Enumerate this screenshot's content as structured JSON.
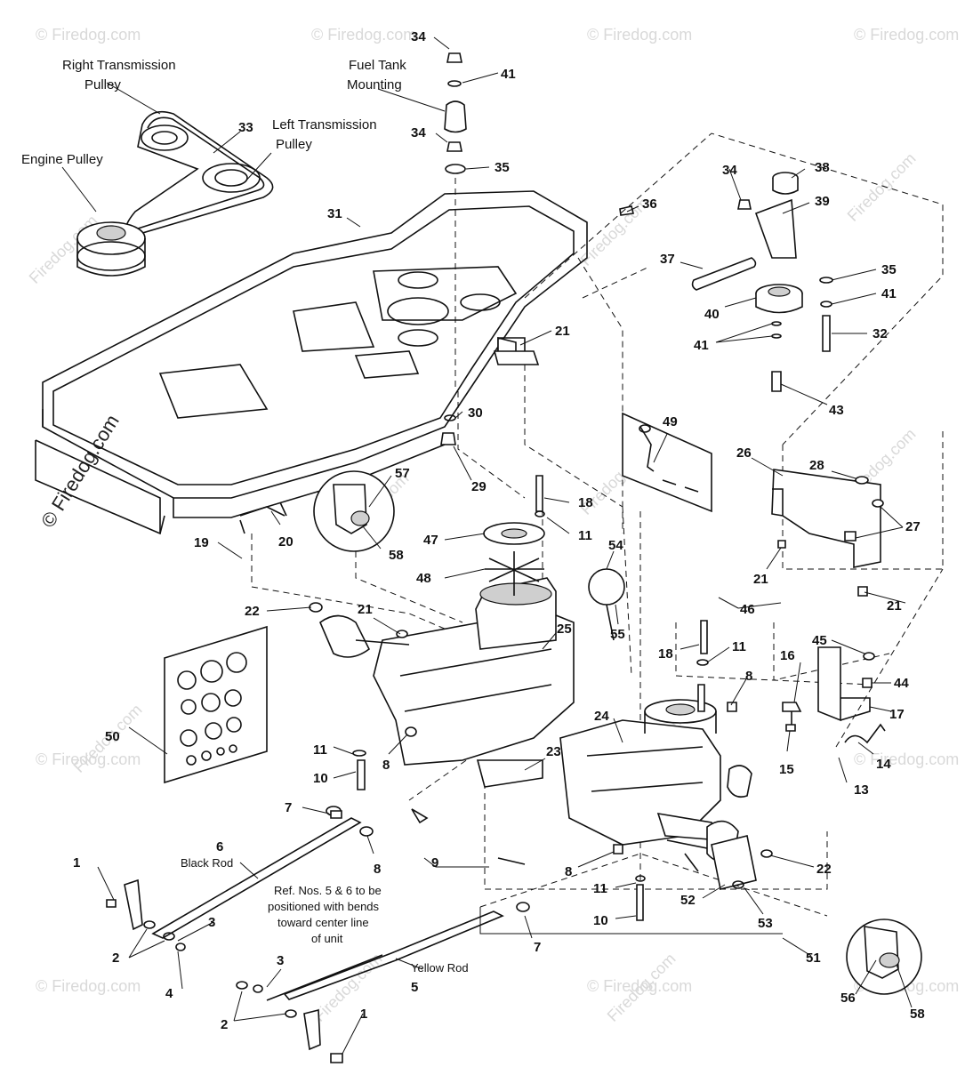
{
  "watermark": {
    "brand": "Firedog.com",
    "corner": "© Firedog.com",
    "faint": "© Firedog.com"
  },
  "labels": {
    "right_transmission_pulley_1": "Right Transmission",
    "right_transmission_pulley_2": "Pulley",
    "left_transmission_pulley_1": "Left Transmission",
    "left_transmission_pulley_2": "Pulley",
    "engine_pulley": "Engine Pulley",
    "fuel_tank_mounting_1": "Fuel Tank",
    "fuel_tank_mounting_2": "Mounting",
    "black_rod": "Black Rod",
    "yellow_rod": "Yellow Rod",
    "note_1": "Ref. Nos. 5 & 6 to be",
    "note_2": "positioned with bends",
    "note_3": "toward center line",
    "note_4": "of unit"
  },
  "callouts": {
    "c34a": "34",
    "c41a": "41",
    "c34b": "34",
    "c35a": "35",
    "c33": "33",
    "c31": "31",
    "c36": "36",
    "c34c": "34",
    "c38": "38",
    "c39": "39",
    "c37": "37",
    "c35b": "35",
    "c41b": "41",
    "c40": "40",
    "c41c": "41",
    "c32": "32",
    "c21a": "21",
    "c43": "43",
    "c30": "30",
    "c29": "29",
    "c49": "49",
    "c26": "26",
    "c28": "28",
    "c27": "27",
    "c57": "57",
    "c58a": "58",
    "c18a": "18",
    "c11a": "11",
    "c47": "47",
    "c54": "54",
    "c48": "48",
    "c55": "55",
    "c20": "20",
    "c19": "19",
    "c21b": "21",
    "c21c": "21",
    "c46": "46",
    "c22a": "22",
    "c21d": "21",
    "c25": "25",
    "c18b": "18",
    "c11b": "11",
    "c45": "45",
    "c16": "16",
    "c44": "44",
    "c8a": "8",
    "c17": "17",
    "c50": "50",
    "c11c": "11",
    "c10a": "10",
    "c8b": "8",
    "c24": "24",
    "c23": "23",
    "c15": "15",
    "c14": "14",
    "c13": "13",
    "c7a": "7",
    "c6": "6",
    "c8c": "8",
    "c9": "9",
    "c8d": "8",
    "c22b": "22",
    "c1a": "1",
    "c11d": "11",
    "c52": "52",
    "c53": "53",
    "c10b": "10",
    "c7b": "7",
    "c3a": "3",
    "c2a": "2",
    "c4": "4",
    "c3b": "3",
    "c5": "5",
    "c51": "51",
    "c2b": "2",
    "c1b": "1",
    "c56": "56",
    "c58b": "58"
  }
}
